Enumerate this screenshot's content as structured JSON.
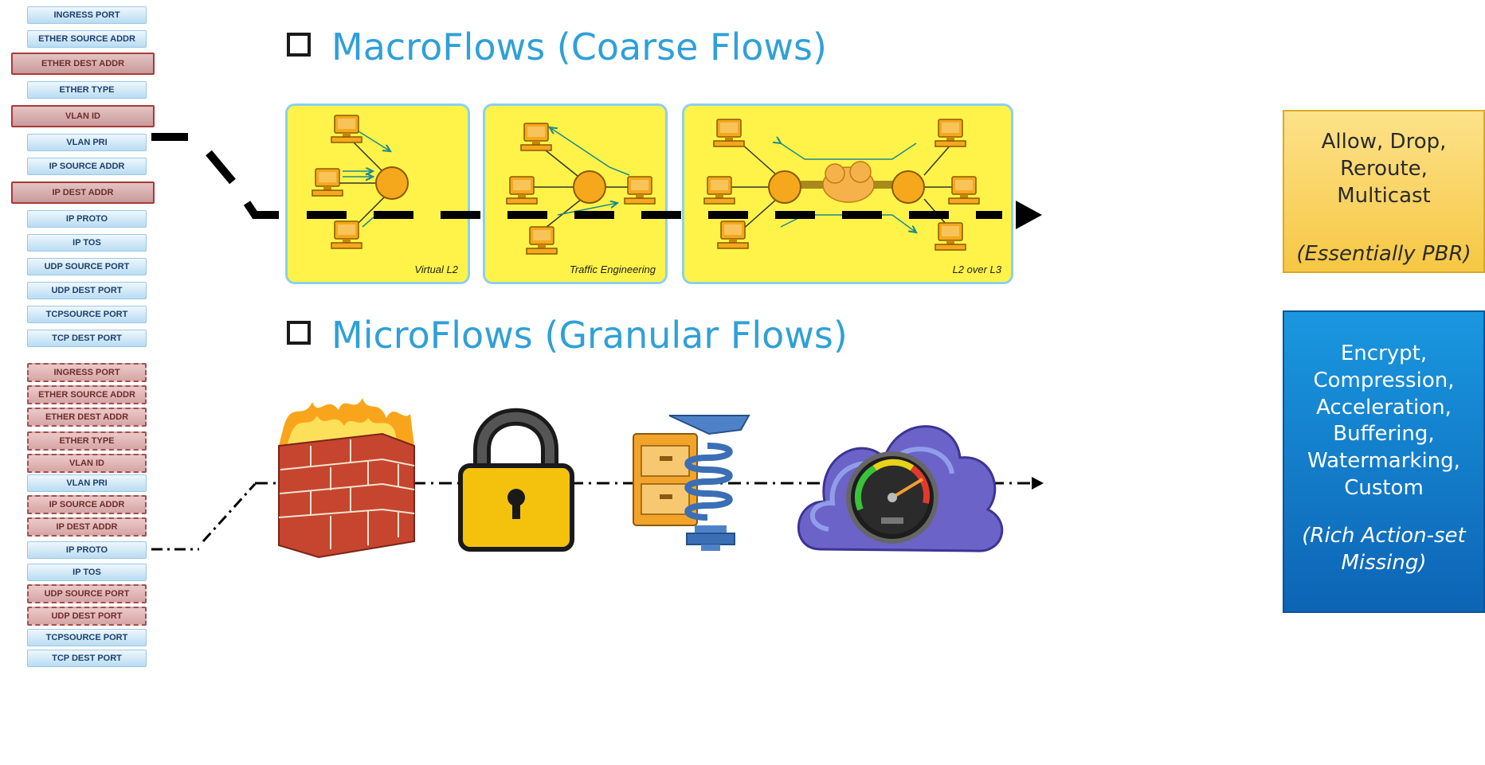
{
  "top_fields": [
    "INGRESS PORT",
    "ETHER SOURCE ADDR",
    "ETHER DEST ADDR",
    "ETHER TYPE",
    "VLAN ID",
    "VLAN PRI",
    "IP SOURCE ADDR",
    "IP DEST ADDR",
    "IP PROTO",
    "IP TOS",
    "UDP SOURCE PORT",
    "UDP DEST PORT",
    "TCPSOURCE PORT",
    "TCP DEST PORT"
  ],
  "bottom_fields": [
    "INGRESS PORT",
    "ETHER SOURCE ADDR",
    "ETHER DEST ADDR",
    "ETHER TYPE",
    "VLAN ID",
    "VLAN PRI",
    "IP SOURCE ADDR",
    "IP DEST ADDR",
    "IP PROTO",
    "IP TOS",
    "UDP SOURCE PORT",
    "UDP DEST PORT",
    "TCPSOURCE PORT",
    "TCP DEST PORT"
  ],
  "macro": {
    "title": "MacroFlows (Coarse Flows)",
    "panels": [
      "Virtual L2",
      "Traffic Engineering",
      "L2 over L3"
    ],
    "actions": [
      "Allow, Drop,",
      "Reroute,",
      "Multicast"
    ],
    "note": "(Essentially PBR)"
  },
  "micro": {
    "title": "MicroFlows (Granular Flows)",
    "actions": [
      "Encrypt,",
      "Compression,",
      "Acceleration,",
      "Buffering,",
      "Watermarking,",
      "Custom"
    ],
    "note_line1": "(Rich Action-set",
    "note_line2": "Missing)",
    "icons": [
      "firewall-icon",
      "lock-icon",
      "compression-icon",
      "cloud-speedometer-icon"
    ]
  },
  "colors": {
    "title": "#2fa0d8",
    "panel": "#fff34a",
    "action_macro": "#f6c743",
    "action_micro": "#0d64b5"
  }
}
